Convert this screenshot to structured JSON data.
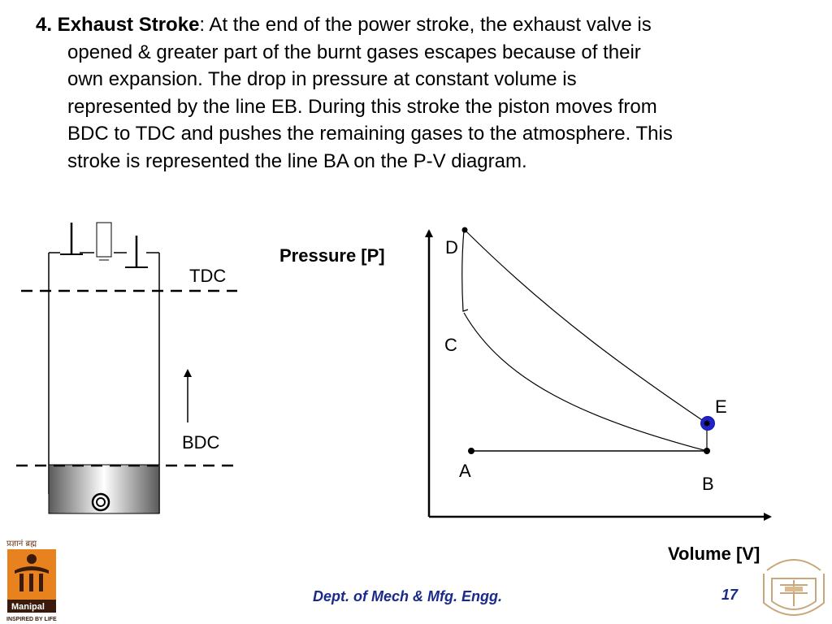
{
  "slide": {
    "heading": "4. Exhaust Stroke",
    "lines": [
      ": At the end of the power stroke, the exhaust valve is",
      "opened & greater part of the burnt gases escapes because of their",
      "own expansion. The drop in pressure at constant volume is",
      "represented by the line EB.  During this stroke the piston moves from",
      "BDC to TDC and pushes the remaining gases to the atmosphere. This",
      "stroke is represented the line BA on the P-V diagram."
    ]
  },
  "cylinder": {
    "tdc_label": "TDC",
    "bdc_label": "BDC"
  },
  "chart_data": {
    "type": "diagram",
    "ylabel": "Pressure [P]",
    "xlabel": "Volume [V]",
    "points": [
      "A",
      "B",
      "C",
      "D",
      "E"
    ]
  },
  "footer": {
    "dept": "Dept. of Mech & Mfg. Engg.",
    "page": "17",
    "logo_tagline": "INSPIRED BY LIFE",
    "logo_name": "Manipal",
    "logo_sanskrit": "प्रज्ञानं ब्रह्म"
  },
  "colors": {
    "footer_text": "#1a2a8a",
    "logo_orange": "#e8821e",
    "highlight_point": "#2222cc"
  }
}
